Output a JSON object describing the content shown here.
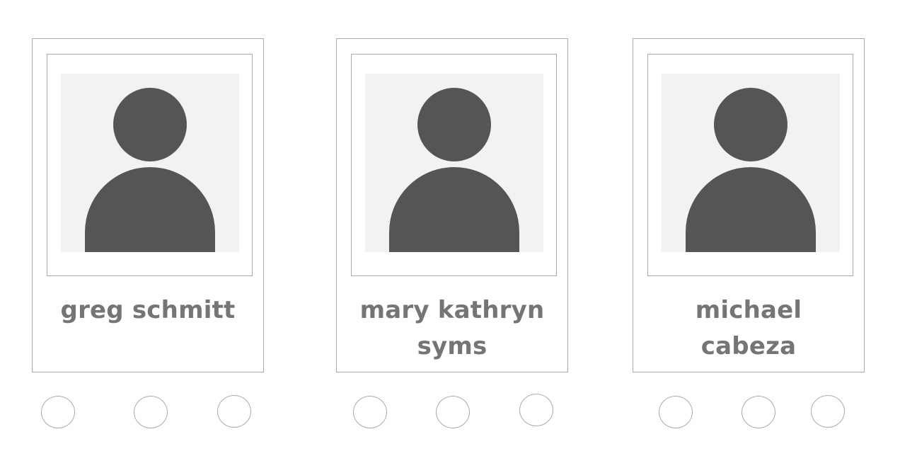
{
  "cards": [
    {
      "name": "greg schmitt",
      "avatar_icon": "person-silhouette-icon"
    },
    {
      "name": "mary kathryn syms",
      "avatar_icon": "person-silhouette-icon"
    },
    {
      "name": "michael cabeza",
      "avatar_icon": "person-silhouette-icon"
    }
  ],
  "colors": {
    "border": "#aaaaaa",
    "placeholder_bg": "#f2f2f2",
    "silhouette": "#555555",
    "name_text": "#757575"
  }
}
